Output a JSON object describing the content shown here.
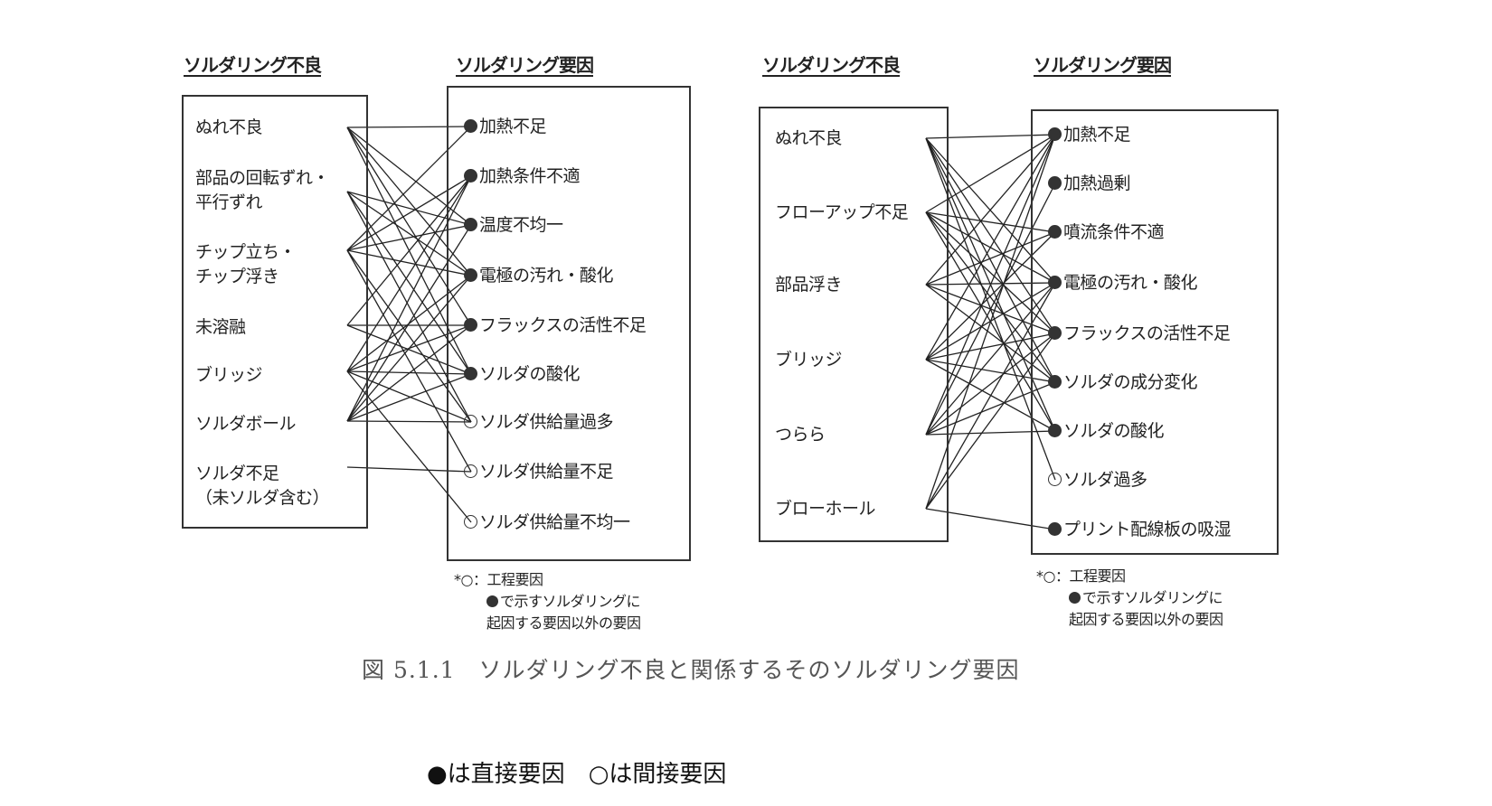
{
  "diagram_left": {
    "defects_header": "ソルダリング不良",
    "causes_header": "ソルダリング要因",
    "defects": [
      "ぬれ不良",
      "部品の回転ずれ・\n平行ずれ",
      "チップ立ち・\nチップ浮き",
      "未溶融",
      "ブリッジ",
      "ソルダボール",
      "ソルダ不足\n（未ソルダ含む）"
    ],
    "causes": [
      {
        "label": "加熱不足",
        "type": "direct"
      },
      {
        "label": "加熱条件不適",
        "type": "direct"
      },
      {
        "label": "温度不均一",
        "type": "direct"
      },
      {
        "label": "電極の汚れ・酸化",
        "type": "direct"
      },
      {
        "label": "フラックスの活性不足",
        "type": "direct"
      },
      {
        "label": "ソルダの酸化",
        "type": "direct"
      },
      {
        "label": "ソルダ供給量過多",
        "type": "process"
      },
      {
        "label": "ソルダ供給量不足",
        "type": "process"
      },
      {
        "label": "ソルダ供給量不均一",
        "type": "process"
      }
    ],
    "edges": [
      [
        0,
        0
      ],
      [
        0,
        2
      ],
      [
        0,
        3
      ],
      [
        0,
        4
      ],
      [
        0,
        5
      ],
      [
        1,
        2
      ],
      [
        1,
        3
      ],
      [
        1,
        5
      ],
      [
        1,
        6
      ],
      [
        2,
        0
      ],
      [
        2,
        1
      ],
      [
        2,
        2
      ],
      [
        2,
        3
      ],
      [
        2,
        6
      ],
      [
        2,
        7
      ],
      [
        3,
        1
      ],
      [
        3,
        4
      ],
      [
        3,
        5
      ],
      [
        4,
        1
      ],
      [
        4,
        3
      ],
      [
        4,
        4
      ],
      [
        4,
        5
      ],
      [
        4,
        6
      ],
      [
        4,
        8
      ],
      [
        5,
        1
      ],
      [
        5,
        2
      ],
      [
        5,
        3
      ],
      [
        5,
        4
      ],
      [
        5,
        5
      ],
      [
        5,
        6
      ],
      [
        6,
        7
      ]
    ],
    "note_line1": "*○：工程要因",
    "note_line2": "で示すソルダリングに",
    "note_line3": "起因する要因以外の要因"
  },
  "diagram_right": {
    "defects_header": "ソルダリング不良",
    "causes_header": "ソルダリング要因",
    "defects": [
      "ぬれ不良",
      "フローアップ不足",
      "部品浮き",
      "ブリッジ",
      "つらら",
      "ブローホール"
    ],
    "causes": [
      {
        "label": "加熱不足",
        "type": "direct"
      },
      {
        "label": "加熱過剰",
        "type": "direct"
      },
      {
        "label": "噴流条件不適",
        "type": "direct"
      },
      {
        "label": "電極の汚れ・酸化",
        "type": "direct"
      },
      {
        "label": "フラックスの活性不足",
        "type": "direct"
      },
      {
        "label": "ソルダの成分変化",
        "type": "direct"
      },
      {
        "label": "ソルダの酸化",
        "type": "direct"
      },
      {
        "label": "ソルダ過多",
        "type": "process"
      },
      {
        "label": "プリント配線板の吸湿",
        "type": "direct"
      }
    ],
    "edges": [
      [
        0,
        0
      ],
      [
        0,
        3
      ],
      [
        0,
        4
      ],
      [
        0,
        5
      ],
      [
        0,
        6
      ],
      [
        0,
        7
      ],
      [
        1,
        0
      ],
      [
        1,
        2
      ],
      [
        1,
        3
      ],
      [
        1,
        4
      ],
      [
        1,
        5
      ],
      [
        1,
        6
      ],
      [
        2,
        0
      ],
      [
        2,
        2
      ],
      [
        2,
        3
      ],
      [
        2,
        4
      ],
      [
        2,
        5
      ],
      [
        3,
        0
      ],
      [
        3,
        2
      ],
      [
        3,
        3
      ],
      [
        3,
        4
      ],
      [
        3,
        5
      ],
      [
        3,
        6
      ],
      [
        4,
        0
      ],
      [
        4,
        1
      ],
      [
        4,
        3
      ],
      [
        4,
        4
      ],
      [
        4,
        5
      ],
      [
        4,
        6
      ],
      [
        5,
        0
      ],
      [
        5,
        3
      ],
      [
        5,
        4
      ],
      [
        5,
        8
      ]
    ],
    "note_line1": "*○：工程要因",
    "note_line2": "で示すソルダリングに",
    "note_line3": "起因する要因以外の要因"
  },
  "caption": "図 5.1.1　ソルダリング不良と関係するそのソルダリング要因",
  "legend": {
    "direct": "●は直接要因",
    "indirect": "○は間接要因"
  }
}
